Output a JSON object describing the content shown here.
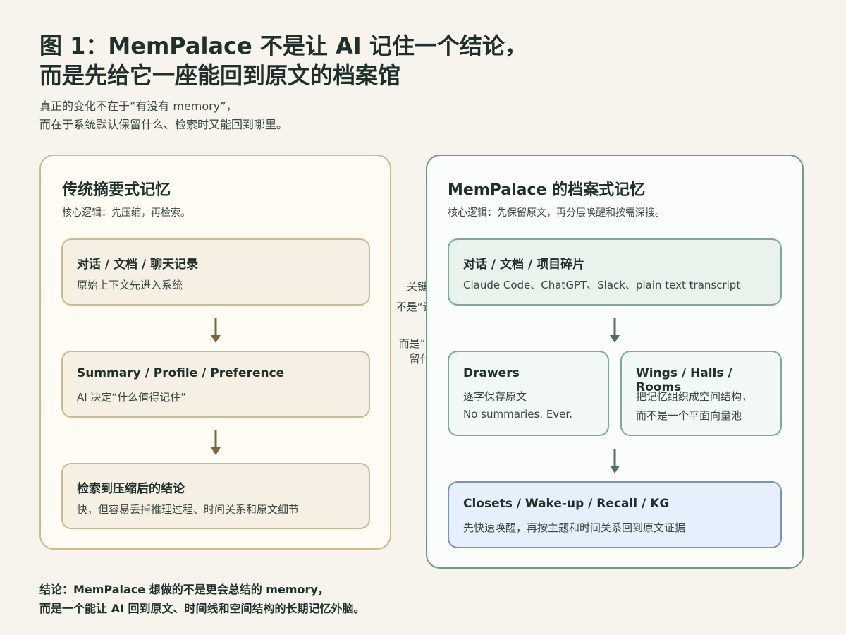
{
  "figure": {
    "title_line1": "图 1：MemPalace 不是让 AI 记住一个结论，",
    "title_line2": "而是先给它一座能回到原文的档案馆",
    "subtitle_line1": "真正的变化不在于“有没有 memory”，",
    "subtitle_line2": "而在于系统默认保留什么、检索时又能回到哪里。"
  },
  "left_panel": {
    "title": "传统摘要式记忆",
    "subtitle": "核心逻辑：先压缩，再检索。",
    "boxes": [
      {
        "title": "对话 / 文档 / 聊天记录",
        "text": "原始上下文先进入系统"
      },
      {
        "title": "Summary / Profile / Preference",
        "text": "AI 决定“什么值得记住”"
      },
      {
        "title": "检索到压缩后的结论",
        "text": "快，但容易丢掉推理过程、时间关系和原文细节"
      }
    ]
  },
  "right_panel": {
    "title": "MemPalace 的档案式记忆",
    "subtitle": "核心逻辑：先保留原文，再分层唤醒和按需深搜。",
    "source_box": {
      "title": "对话 / 文档 / 项目碎片",
      "text": "Claude Code、ChatGPT、Slack、plain text transcript"
    },
    "drawers_box": {
      "title": "Drawers",
      "line1": "逐字保存原文",
      "line2": "No summaries. Ever."
    },
    "wings_box": {
      "title": "Wings / Halls / Rooms",
      "line1": "把记忆组织成空间结构，",
      "line2": "而不是一个平面向量池"
    },
    "closets_box": {
      "title": "Closets / Wake-up / Recall / KG",
      "text": "先快速唤醒，再按主题和时间关系回到原文证据"
    }
  },
  "key_difference": {
    "label": "关键差异",
    "line1": "不是“记没记”",
    "line2": "而是“默认保留什么”"
  },
  "conclusion": {
    "line1": "结论：MemPalace 想做的不是更会总结的 memory，",
    "line2": "而是一个能让 AI 回到原文、时间线和空间结构的长期记忆外脑。"
  },
  "colors": {
    "background": "#f7f4ee",
    "left_border": "#cdb98a",
    "right_border": "#6f9a8a",
    "left_arrow": "#7a6641",
    "right_arrow": "#4f6f63",
    "blue_box": "#e6effc"
  },
  "icons": {
    "flow_arrow": "arrow-down-icon"
  }
}
